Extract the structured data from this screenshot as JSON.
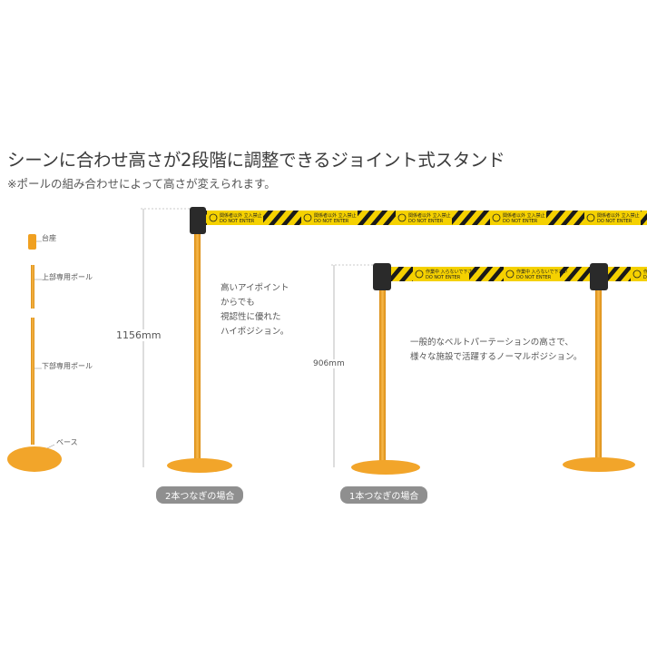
{
  "title": "シーンに合わせ高さが2段階に調整できるジョイント式スタンド",
  "subtitle": "※ポールの組み合わせによって高さが変えられます。",
  "parts": {
    "cap": "台座",
    "upper_pole": "上部専用ポール",
    "lower_pole": "下部専用ポール",
    "base": "ベース"
  },
  "high": {
    "dimension": "1156mm",
    "description": [
      "高いアイポイント",
      "からでも",
      "視認性に優れた",
      "ハイポジション。"
    ],
    "caption": "2本つなぎの場合",
    "belt_text_jp": "関係者以外 立入禁止",
    "belt_text_en": "DO NOT ENTER"
  },
  "normal": {
    "dimension": "906mm",
    "description": [
      "一般的なベルトパーテーションの高さで、",
      "様々な施設で活躍するノーマルポジション。"
    ],
    "caption": "1本つなぎの場合",
    "belt_text_jp": "作業中 入らないで下さい",
    "belt_text_en": "DO NOT ENTER"
  },
  "colors": {
    "pole": "#f0a020",
    "belt": "#f5d100",
    "stripe": "#1a1a1a",
    "head": "#2a2a2a"
  }
}
